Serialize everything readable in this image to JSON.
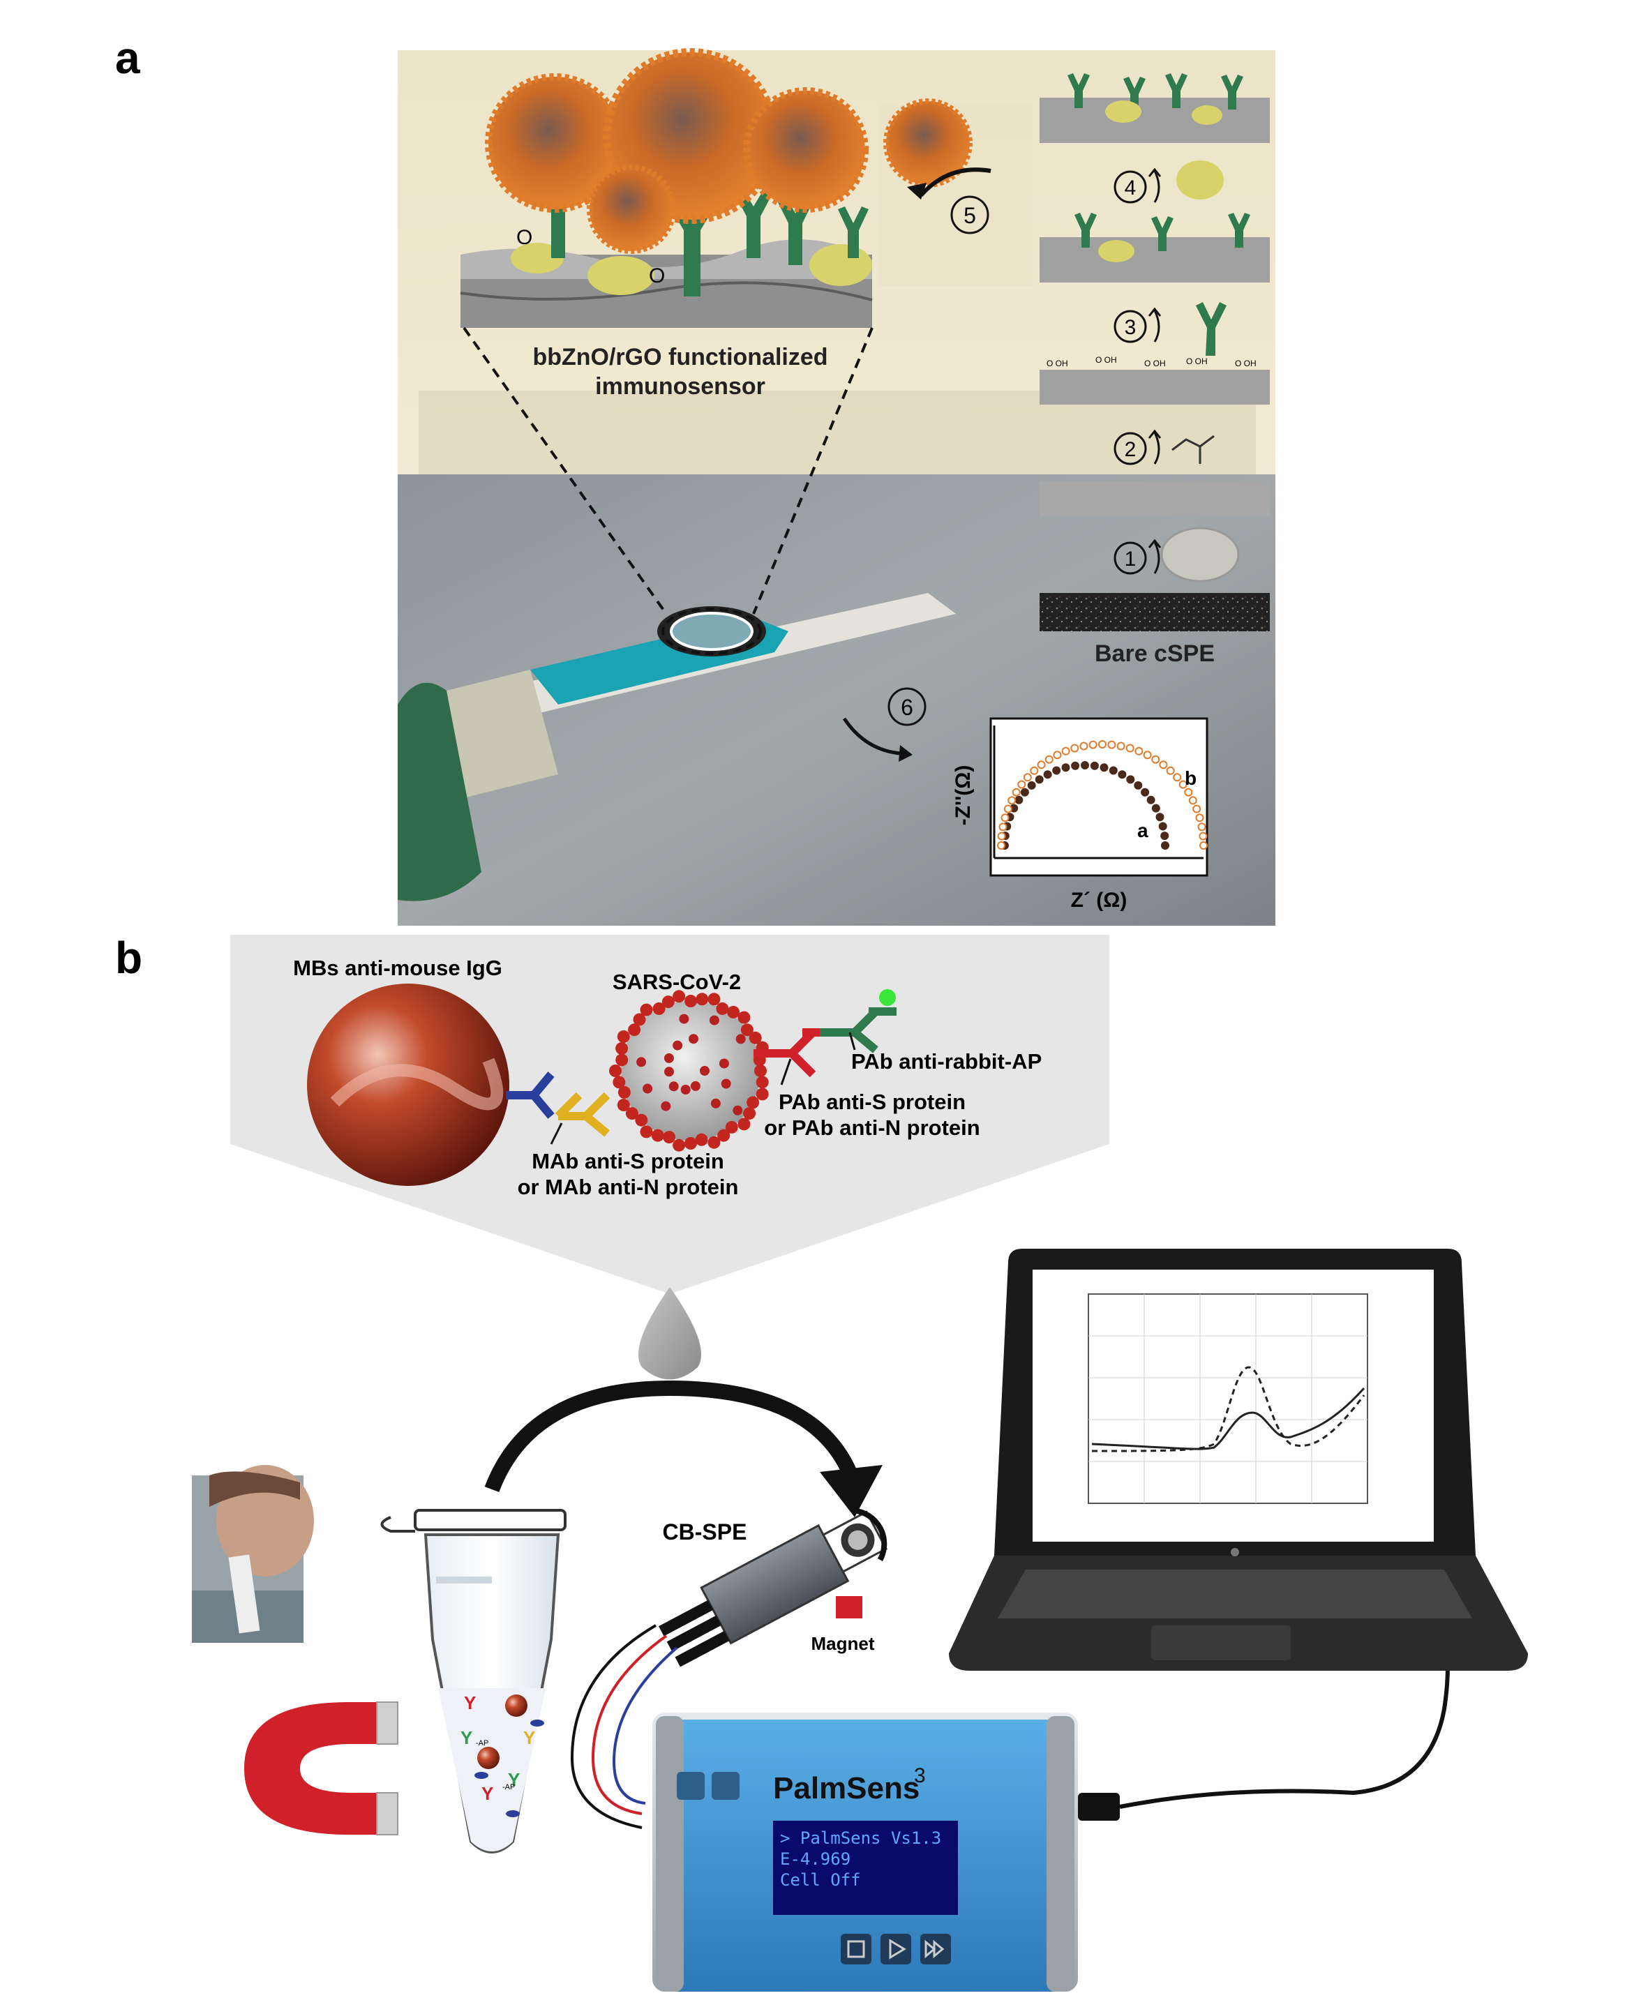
{
  "panel_a": {
    "letter": "a",
    "sensor_label_line1": "bbZnO/rGO functionalized",
    "sensor_label_line2": "immunosensor",
    "bare_label": "Bare cSPE",
    "step_numbers": [
      "1",
      "2",
      "3",
      "4",
      "5",
      "6"
    ],
    "surface_groups": [
      "O OH",
      "O OH",
      "O  OH",
      "O OH",
      "O OH"
    ],
    "carbonyl_letter": "O",
    "nyquist": {
      "ylabel": "-Z''(Ω)",
      "xlabel": "Z´ (Ω)",
      "curve_a_label": "a",
      "curve_b_label": "b"
    }
  },
  "panel_b": {
    "letter": "b",
    "beads_label": "MBs anti-mouse IgG",
    "virus_label": "SARS-CoV-2",
    "pab_ap_label": "PAb anti-rabbit-AP",
    "pab_label_line1": "PAb anti-S protein",
    "pab_label_line2": "or PAb anti-N protein",
    "mab_label_line1": "MAb anti-S protein",
    "mab_label_line2": "or MAb anti-N protein",
    "electrode_label": "CB-SPE",
    "magnet_label": "Magnet",
    "tube_ap_tag": "-AP",
    "device": {
      "brand": "PalmSens",
      "model_superscript": "3",
      "screen_line1": "> PalmSens Vs1.3",
      "screen_line2": "E-4.969",
      "screen_line3": "Cell Off"
    }
  },
  "colors": {
    "electrode_teal": "#1aa3b3",
    "nanoparticle_orange": "#e07b2a",
    "antibody_green": "#2f7a4f",
    "magnet_red": "#d0202a",
    "bead_red": "#9b2a1a",
    "device_blue": "#3a8fd0"
  }
}
